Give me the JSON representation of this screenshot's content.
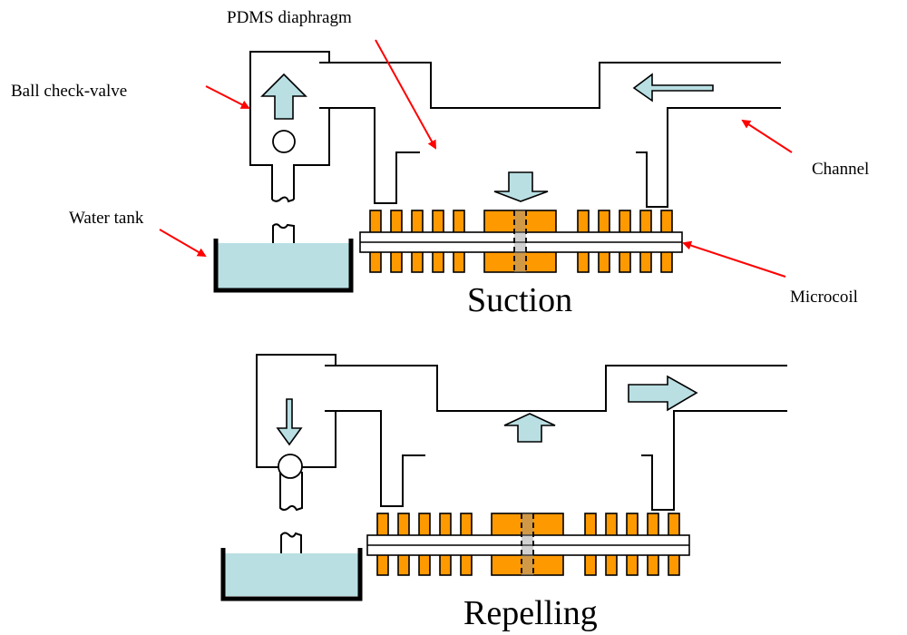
{
  "labels": {
    "pdms_diaphragm": "PDMS diaphragm",
    "ball_check_valve": "Ball check-valve",
    "water_tank": "Water tank",
    "channel": "Channel",
    "microcoil": "Microcoil"
  },
  "panels": [
    {
      "caption": "Suction",
      "flow_direction_in_channel": "left",
      "diaphragm_motion": "down",
      "valve_flow": "up",
      "ball_state": "open"
    },
    {
      "caption": "Repelling",
      "flow_direction_in_channel": "right",
      "diaphragm_motion": "up",
      "valve_flow": "down",
      "ball_state": "closed"
    }
  ],
  "colors": {
    "coil": "#FF9900",
    "fluid": "#B9DFE3",
    "pointer": "#FF0000",
    "outline": "#000000"
  }
}
